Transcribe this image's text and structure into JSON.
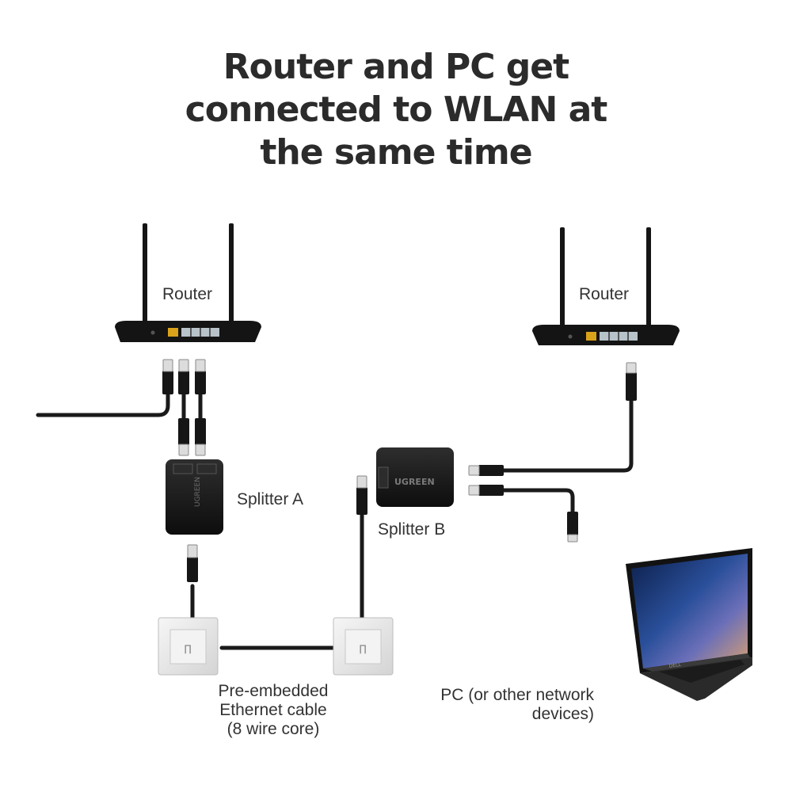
{
  "title": {
    "line1": "Router and PC get",
    "line2": "connected to WLAN at",
    "line3": "the same time"
  },
  "labels": {
    "router_left": "Router",
    "router_right": "Router",
    "splitter_a": "Splitter A",
    "splitter_b": "Splitter B",
    "splitter_brand": "UGREEN",
    "cable": {
      "line1": "Pre-embedded",
      "line2": "Ethernet cable",
      "line3": "(8 wire core)"
    },
    "pc": {
      "line1": "PC (or other network",
      "line2": "devices)"
    },
    "laptop_brand": "DELL"
  },
  "colors": {
    "text": "#2b2b2b",
    "device": "#141414",
    "cable": "#1a1a1a",
    "wan_port": "#d9a21b",
    "wallplate": "#e9e9e9"
  }
}
